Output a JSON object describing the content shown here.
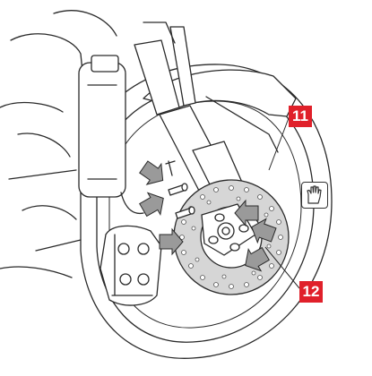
{
  "callouts": [
    {
      "label": "11",
      "target": "brake-disc"
    },
    {
      "label": "12",
      "target": "disc-bolts"
    }
  ],
  "icons": {
    "glove": "glove-icon",
    "arrows": "push-arrow-icon"
  },
  "colors": {
    "callout": "#e0202a",
    "line_art": "#2a2a2a",
    "disc_fill": "#d6d6d6",
    "arrow_fill": "#9a9a9a"
  }
}
